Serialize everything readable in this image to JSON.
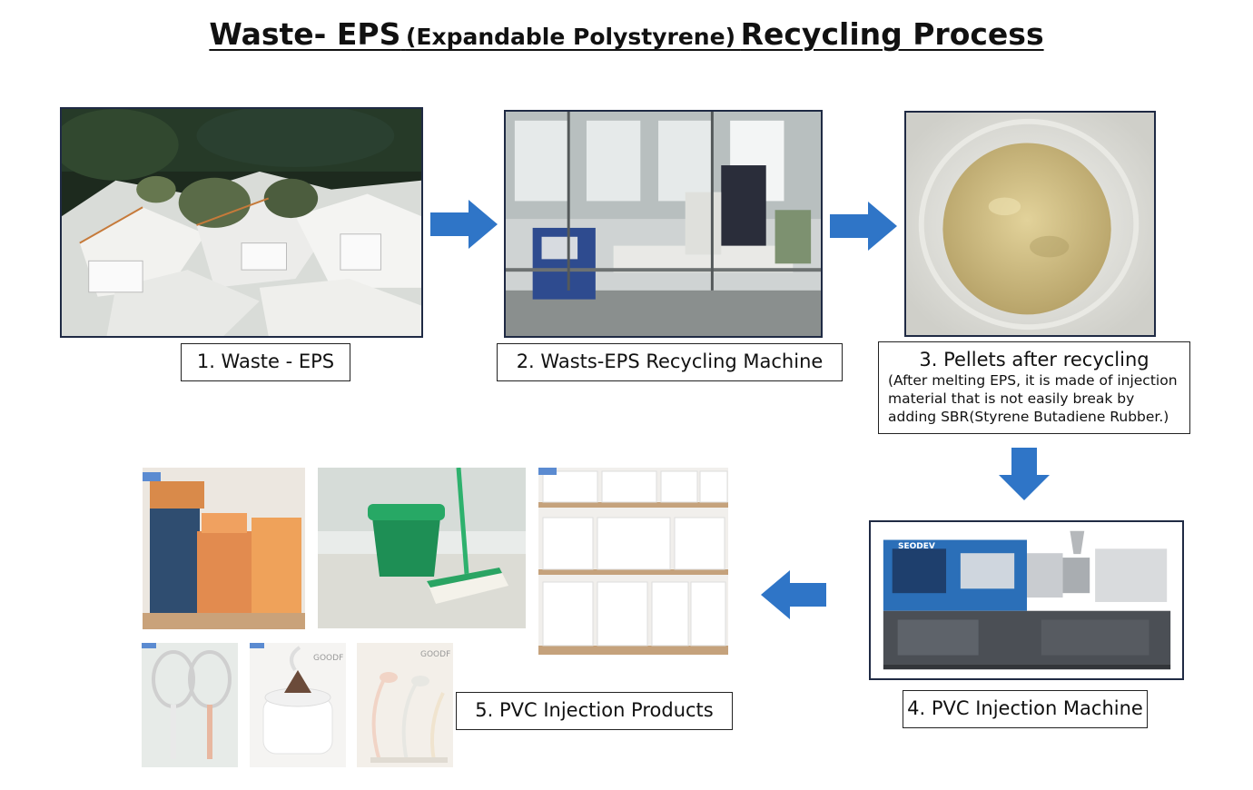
{
  "title": {
    "part1": "Waste- EPS",
    "part2": "(Expandable Polystyrene)",
    "part3": "Recycling Process"
  },
  "steps": [
    {
      "label": "1. Waste - EPS"
    },
    {
      "label": "2. Wasts-EPS Recycling Machine"
    },
    {
      "label": "3. Pellets after recycling",
      "note": "(After melting EPS, it is made of injection material that is not easily break by adding SBR(Styrene Butadiene Rubber.)"
    },
    {
      "label": "4. PVC Injection Machine"
    },
    {
      "label": "5. PVC Injection Products"
    }
  ],
  "images": {
    "machine_brand": "SEODEV",
    "humidifier_brand": "GOODF",
    "lamp_brand": "GOODF"
  },
  "colors": {
    "arrow": "#2F75C7",
    "frame": "#1f2a44",
    "machine_blue": "#2b6fb8"
  }
}
